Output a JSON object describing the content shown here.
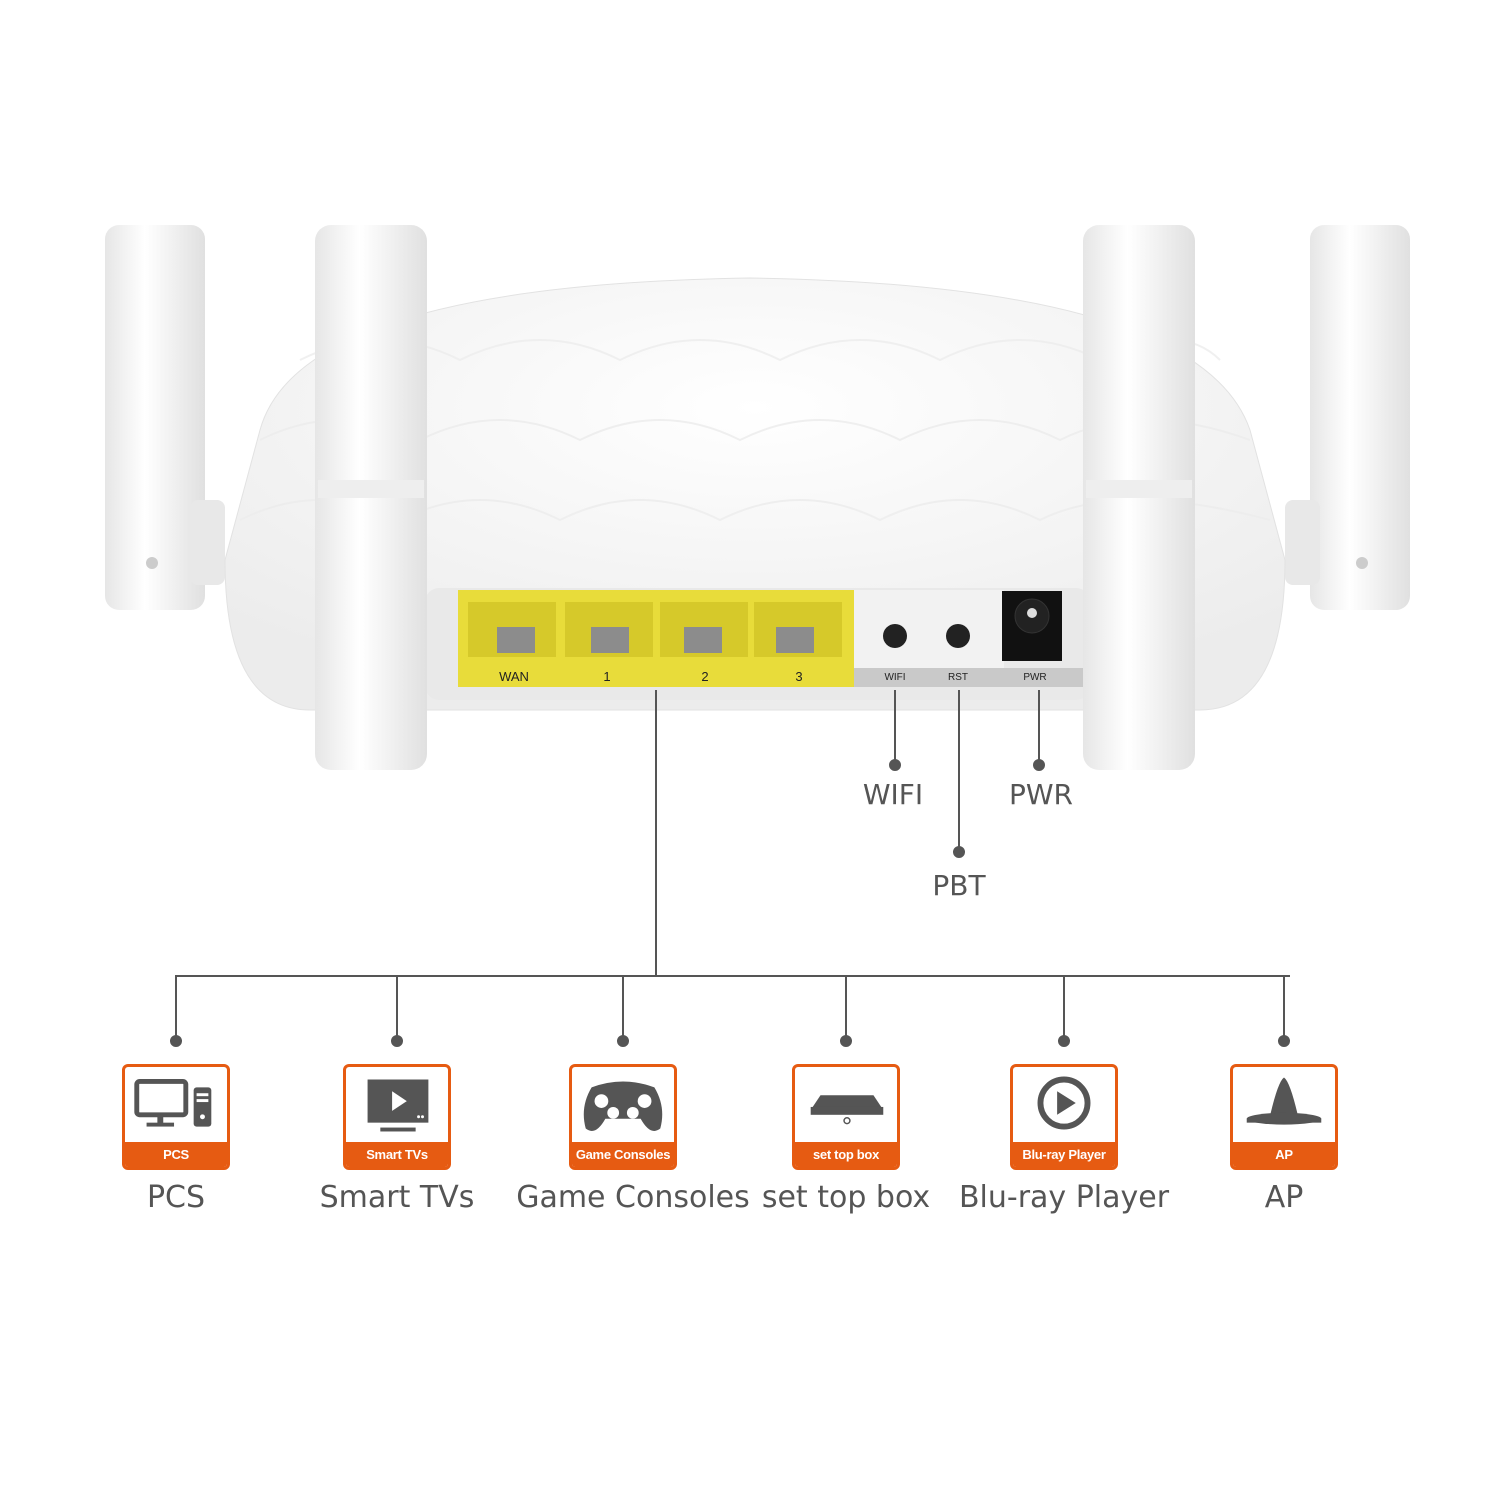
{
  "ports": {
    "wan": "WAN",
    "lan1": "1",
    "lan2": "2",
    "lan3": "3",
    "wifi": "WIFI",
    "rst": "RST",
    "pwr": "PWR"
  },
  "callouts": {
    "wifi": "WIFI",
    "pwr": "PWR",
    "pbt": "PBT"
  },
  "devices": [
    {
      "icon": "pc-icon",
      "tag": "PCS",
      "label": "PCS"
    },
    {
      "icon": "tv-icon",
      "tag": "Smart TVs",
      "label": "Smart TVs"
    },
    {
      "icon": "gamepad-icon",
      "tag": "Game Consoles",
      "label": "Game Consoles"
    },
    {
      "icon": "set-top-box-icon",
      "tag": "set top box",
      "label": "set top box"
    },
    {
      "icon": "play-icon",
      "tag": "Blu-ray Player",
      "label": "Blu-ray Player"
    },
    {
      "icon": "access-point-icon",
      "tag": "AP",
      "label": "AP"
    }
  ],
  "colors": {
    "accent": "#e65b12",
    "port_yellow": "#e8dc3a",
    "line": "#555555"
  }
}
